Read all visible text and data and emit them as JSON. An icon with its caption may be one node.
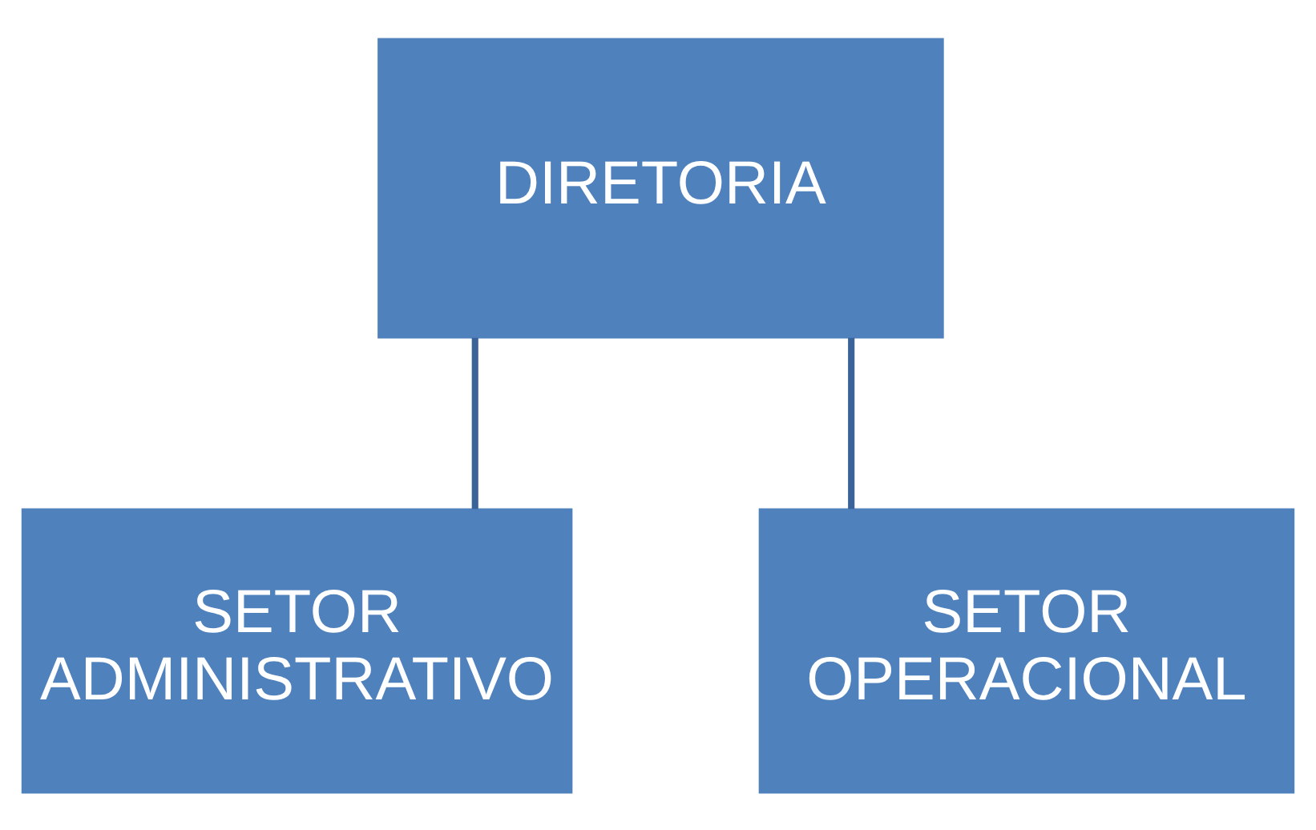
{
  "diagram": {
    "nodes": [
      {
        "text": [
          "DIRETORIA"
        ]
      },
      {
        "text": [
          "SETOR ADMINISTRATIVO"
        ]
      },
      {
        "text": [
          "SETOR OPERACIONAL"
        ]
      }
    ],
    "edges": [
      {
        "from": 0,
        "to": 1,
        "arrow": "none"
      },
      {
        "from": 0,
        "to": 2,
        "arrow": "none"
      }
    ]
  }
}
